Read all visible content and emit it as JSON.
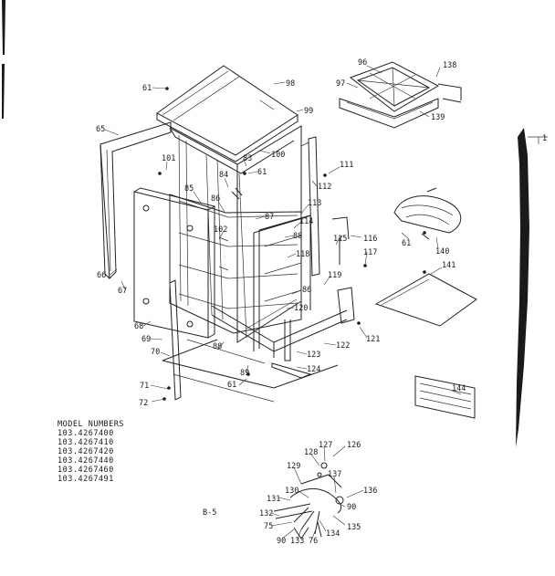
{
  "model_numbers": {
    "heading": "MODEL NUMBERS",
    "items": [
      "103.4267400",
      "103.4267410",
      "103.4267420",
      "103.4267440",
      "103.4267460",
      "103.4267491"
    ]
  },
  "page_number": "B-5",
  "callouts": {
    "c61a": "61",
    "c98": "98",
    "c65": "65",
    "c99": "99",
    "c96": "96",
    "c97": "97",
    "c138": "138",
    "c139": "139",
    "c101": "101",
    "c84": "84",
    "c83": "83",
    "c61b": "61",
    "c100": "100",
    "c111": "111",
    "c112": "112",
    "c85": "85",
    "c86a": "86",
    "c87": "87",
    "c88a": "88",
    "c113": "113",
    "c102": "102",
    "c114": "114",
    "c61c": "61",
    "c140": "140",
    "c118": "118",
    "c115": "115",
    "c116": "116",
    "c117": "117",
    "c141": "141",
    "c66": "66",
    "c67": "67",
    "c119": "119",
    "c86b": "86",
    "c120": "120",
    "c68": "68",
    "c121": "121",
    "c69": "69",
    "c88b": "88",
    "c70": "70",
    "c123": "123",
    "c122": "122",
    "c89": "89",
    "c124": "124",
    "c71": "71",
    "c61d": "61",
    "c72": "72",
    "c144": "144",
    "c127": "127",
    "c126": "126",
    "c128": "128",
    "c129": "129",
    "c137": "137",
    "c130": "130",
    "c136": "136",
    "c131": "131",
    "c90a": "90",
    "c132": "132",
    "c75": "75",
    "c135": "135",
    "c134": "134",
    "c90b": "90",
    "c133": "133",
    "c76": "76"
  }
}
